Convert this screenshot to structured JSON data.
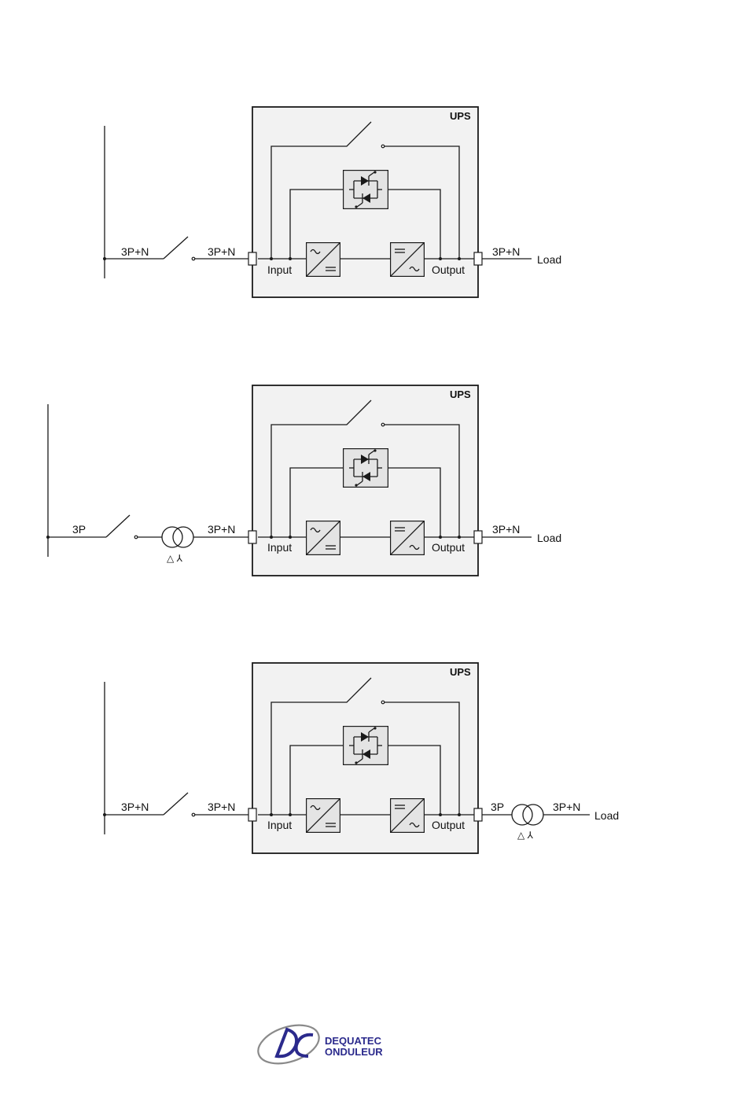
{
  "diagrams": [
    {
      "ups_label": "UPS",
      "input_label": "Input",
      "output_label": "Output",
      "supply_label": "3P+N",
      "input_line_label": "3P+N",
      "output_line_label": "3P+N",
      "load_label": "Load"
    },
    {
      "ups_label": "UPS",
      "input_label": "Input",
      "output_label": "Output",
      "supply_label": "3P",
      "input_line_label": "3P+N",
      "transformer_symbol": "△ ⅄",
      "output_line_label": "3P+N",
      "load_label": "Load"
    },
    {
      "ups_label": "UPS",
      "input_label": "Input",
      "output_label": "Output",
      "supply_label": "3P+N",
      "input_line_label": "3P+N",
      "output_line_label": "3P",
      "transformer_symbol": "△ ⅄",
      "after_transformer_label": "3P+N",
      "load_label": "Load"
    }
  ],
  "logo": {
    "line1": "DEQUATEC",
    "line2": "ONDULEUR",
    "colors": {
      "blue": "#2b2a8c",
      "gray": "#8a8a8a"
    }
  }
}
